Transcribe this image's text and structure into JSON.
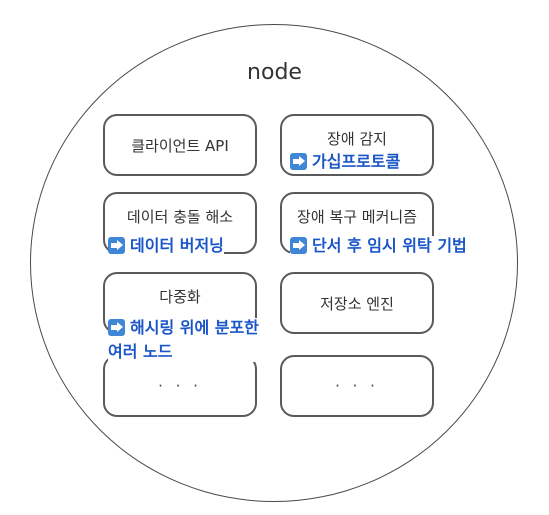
{
  "diagram": {
    "title": "node",
    "components": [
      {
        "label": "클라이언트 API"
      },
      {
        "label": "장애 감지"
      },
      {
        "label": "데이터 충돌 해소"
      },
      {
        "label": "장애 복구 메커니즘"
      },
      {
        "label": "다중화"
      },
      {
        "label": "저장소 엔진"
      },
      {
        "label": "· · ·"
      },
      {
        "label": "· · ·"
      }
    ],
    "annotations": [
      {
        "text": "가십프로토콜",
        "icon": "right-arrow-icon"
      },
      {
        "text": "데이터 버저닝",
        "icon": "right-arrow-icon"
      },
      {
        "text": "단서 후 임시 위탁 기법",
        "icon": "right-arrow-icon"
      },
      {
        "line1": "해시링 위에 분포한",
        "line2": "여러 노드",
        "icon": "right-arrow-icon"
      }
    ],
    "colors": {
      "annotation_text": "#1a56c8",
      "arrow_icon_bg": "#3f86d6",
      "border": "#5a5a5a"
    }
  }
}
